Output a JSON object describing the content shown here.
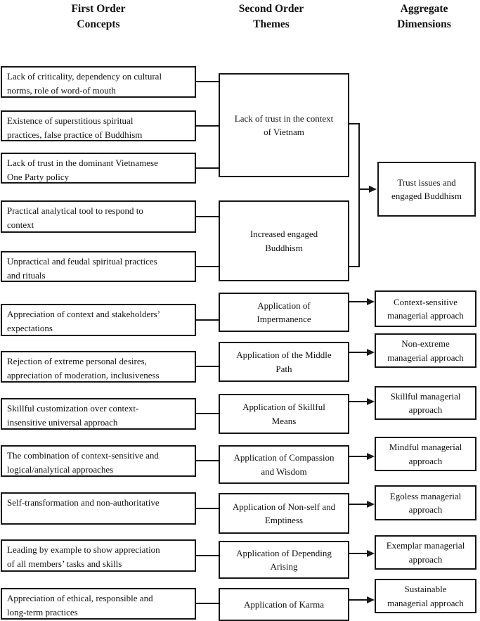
{
  "figure": {
    "kind": "qualitative data-structure diagram",
    "colors": {
      "background": "#ffffff",
      "border": "#161616",
      "text": "#111111"
    }
  },
  "headers": {
    "first_order": "First Order\nConcepts",
    "second_order": "Second Order\nThemes",
    "aggregate": "Aggregate\nDimensions"
  },
  "first_order_concepts": [
    "Lack of criticality, dependency on cultural\nnorms, role of word-of mouth",
    "Existence of superstitious spiritual\npractices, false practice of Buddhism",
    "Lack of trust in the dominant Vietnamese\nOne Party policy",
    "Practical analytical tool to respond to\ncontext",
    "Unpractical and feudal spiritual practices\nand rituals",
    "Appreciation of context and stakeholders’\nexpectations",
    "Rejection of extreme personal desires,\nappreciation of moderation, inclusiveness",
    "Skillful customization over context-\ninsensitive universal approach",
    "The combination of context-sensitive and\nlogical/analytical approaches",
    "Self-transformation and non-authoritative",
    "Leading by example to show appreciation\nof all members’ tasks and skills",
    "Appreciation of ethical, responsible and\nlong-term practices"
  ],
  "second_order_themes": [
    "Lack of trust in the context\nof Vietnam",
    "Increased engaged\nBuddhism",
    "Application of\nImpermanence",
    "Application of the Middle\nPath",
    "Application of Skillful\nMeans",
    "Application of Compassion\nand Wisdom",
    "Application of Non-self and\nEmptiness",
    "Application of Depending\nArising",
    "Application of Karma"
  ],
  "aggregate_dimensions": [
    "Trust issues and\nengaged Buddhism",
    "Context-sensitive\nmanagerial approach",
    "Non-extreme\nmanagerial approach",
    "Skillful managerial\napproach",
    "Mindful managerial\napproach",
    "Egoless managerial\napproach",
    "Exemplar managerial\napproach",
    "Sustainable\nmanagerial approach"
  ]
}
